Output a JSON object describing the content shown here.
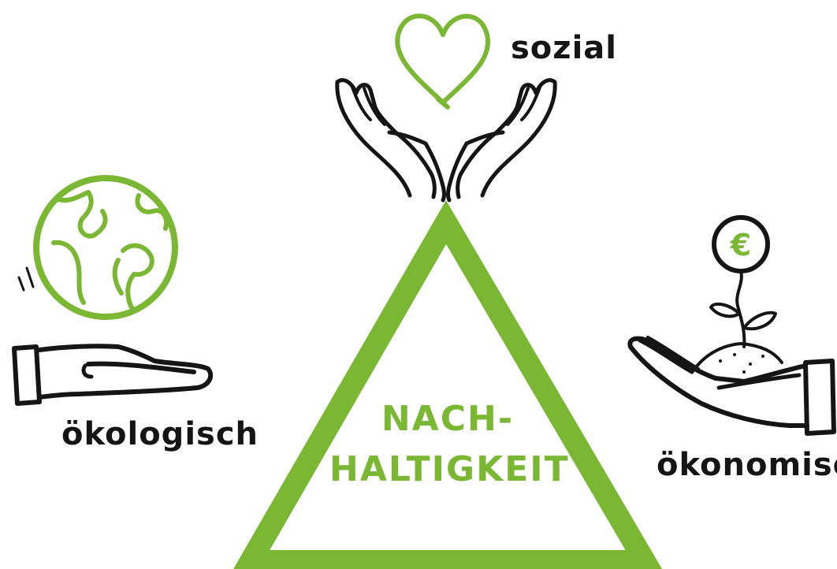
{
  "colors": {
    "accent_green": "#7ab733",
    "ink": "#151515",
    "background": "#ffffff"
  },
  "center": {
    "line1": "NACH-",
    "line2": "HALTIGKEIT"
  },
  "pillars": {
    "sozial": {
      "label": "sozial",
      "icon": "hands-holding-heart-icon"
    },
    "oekologisch": {
      "label": "ökologisch",
      "icon": "hand-holding-globe-icon"
    },
    "oekonomisch": {
      "label": "ökonomisch",
      "icon": "hand-holding-coin-plant-icon"
    }
  }
}
